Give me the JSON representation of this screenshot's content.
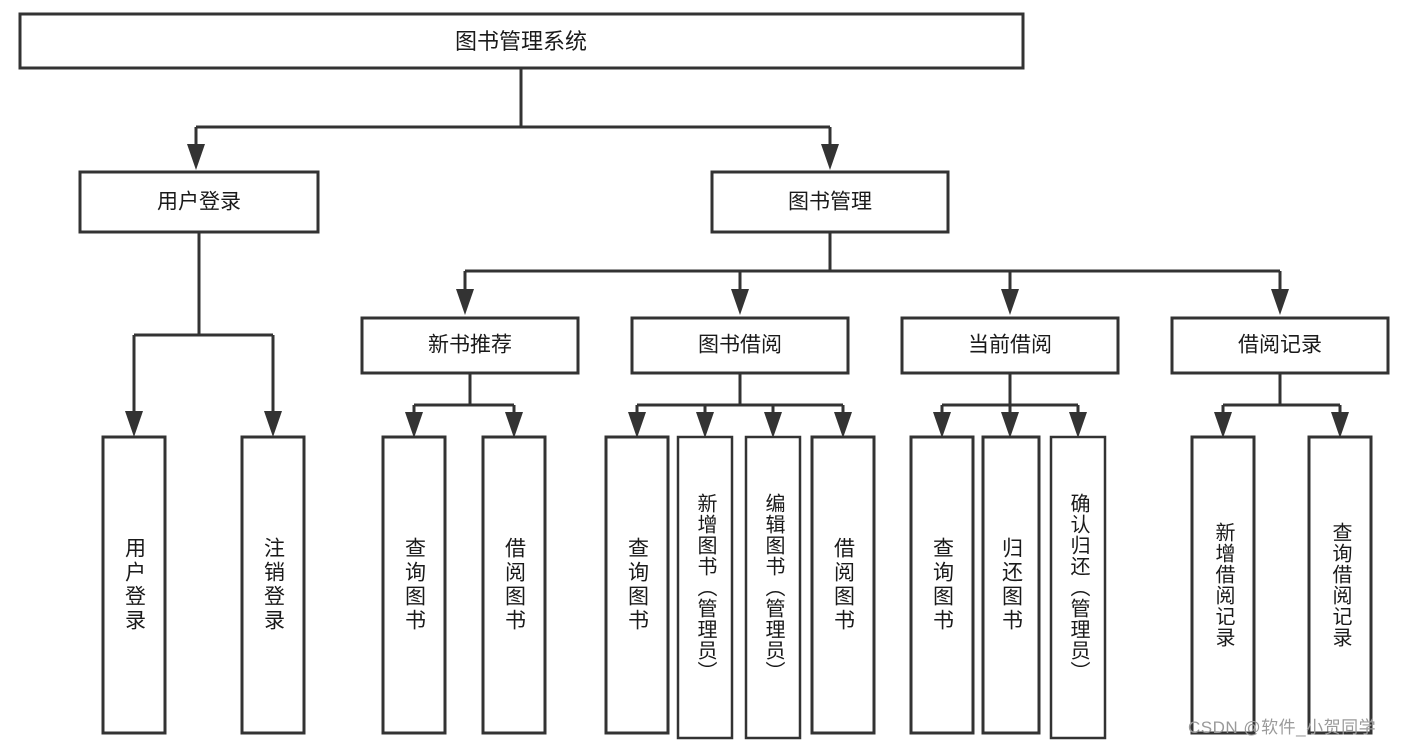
{
  "diagram": {
    "title": "图书管理系统",
    "type": "hierarchy-tree",
    "colors": {
      "background": "#ffffff",
      "box_stroke": "#333333",
      "box_fill": "#ffffff",
      "text": "#1a1a1a",
      "watermark": "#9a9a9a"
    },
    "root": {
      "id": "root",
      "label": "图书管理系统",
      "orientation": "horizontal"
    },
    "level2": [
      {
        "id": "user-login",
        "label": "用户登录",
        "orientation": "horizontal"
      },
      {
        "id": "book-management",
        "label": "图书管理",
        "orientation": "horizontal"
      }
    ],
    "level3": [
      {
        "id": "new-book-recommend",
        "label": "新书推荐",
        "orientation": "horizontal",
        "parent": "book-management"
      },
      {
        "id": "book-borrow",
        "label": "图书借阅",
        "orientation": "horizontal",
        "parent": "book-management"
      },
      {
        "id": "current-borrow",
        "label": "当前借阅",
        "orientation": "horizontal",
        "parent": "book-management"
      },
      {
        "id": "borrow-record",
        "label": "借阅记录",
        "orientation": "horizontal",
        "parent": "book-management"
      }
    ],
    "leaves": [
      {
        "id": "leaf-user-login",
        "label": "用户登录",
        "parent": "user-login",
        "orientation": "vertical"
      },
      {
        "id": "leaf-user-logout",
        "label": "注销登录",
        "parent": "user-login",
        "orientation": "vertical"
      },
      {
        "id": "leaf-query-book-rec",
        "label": "查询图书",
        "parent": "new-book-recommend",
        "orientation": "vertical"
      },
      {
        "id": "leaf-borrow-book-rec",
        "label": "借阅图书",
        "parent": "new-book-recommend",
        "orientation": "vertical"
      },
      {
        "id": "leaf-query-book-borrow",
        "label": "查询图书",
        "parent": "book-borrow",
        "orientation": "vertical"
      },
      {
        "id": "leaf-add-book-admin",
        "label": "新增图书（管理员）",
        "parent": "book-borrow",
        "orientation": "vertical"
      },
      {
        "id": "leaf-edit-book-admin",
        "label": "编辑图书（管理员）",
        "parent": "book-borrow",
        "orientation": "vertical"
      },
      {
        "id": "leaf-borrow-book",
        "label": "借阅图书",
        "parent": "book-borrow",
        "orientation": "vertical"
      },
      {
        "id": "leaf-query-book-current",
        "label": "查询图书",
        "parent": "current-borrow",
        "orientation": "vertical"
      },
      {
        "id": "leaf-return-book",
        "label": "归还图书",
        "parent": "current-borrow",
        "orientation": "vertical"
      },
      {
        "id": "leaf-confirm-return-admin",
        "label": "确认归还（管理员）",
        "parent": "current-borrow",
        "orientation": "vertical"
      },
      {
        "id": "leaf-add-borrow-record",
        "label": "新增借阅记录",
        "parent": "borrow-record",
        "orientation": "vertical"
      },
      {
        "id": "leaf-query-borrow-record",
        "label": "查询借阅记录",
        "parent": "borrow-record",
        "orientation": "vertical"
      }
    ]
  },
  "watermark": {
    "text": "CSDN @软件_小贺同学"
  }
}
